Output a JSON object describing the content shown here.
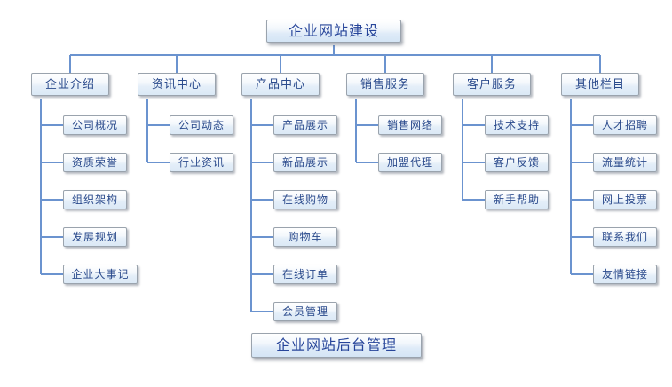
{
  "diagram": {
    "type": "org-chart-sitemap",
    "line_color": "#6b93cf",
    "box_border_color": "#9aa3ad",
    "text_color": "#2a4a8c",
    "background": "#ffffff",
    "root": {
      "label": "企业网站建设"
    },
    "footer": {
      "label": "企业网站后台管理"
    },
    "branches": [
      {
        "label": "企业介绍",
        "children": [
          {
            "label": "公司概况"
          },
          {
            "label": "资质荣誉"
          },
          {
            "label": "组织架构"
          },
          {
            "label": "发展规划"
          },
          {
            "label": "企业大事记"
          }
        ]
      },
      {
        "label": "资讯中心",
        "children": [
          {
            "label": "公司动态"
          },
          {
            "label": "行业资讯"
          }
        ]
      },
      {
        "label": "产品中心",
        "children": [
          {
            "label": "产品展示"
          },
          {
            "label": "新品展示"
          },
          {
            "label": "在线购物"
          },
          {
            "label": "购物车"
          },
          {
            "label": "在线订单"
          },
          {
            "label": "会员管理"
          }
        ]
      },
      {
        "label": "销售服务",
        "children": [
          {
            "label": "销售网络"
          },
          {
            "label": "加盟代理"
          }
        ]
      },
      {
        "label": "客户服务",
        "children": [
          {
            "label": "技术支持"
          },
          {
            "label": "客户反馈"
          },
          {
            "label": "新手帮助"
          }
        ]
      },
      {
        "label": "其他栏目",
        "children": [
          {
            "label": "人才招聘"
          },
          {
            "label": "流量统计"
          },
          {
            "label": "网上投票"
          },
          {
            "label": "联系我们"
          },
          {
            "label": "友情链接"
          }
        ]
      }
    ]
  }
}
